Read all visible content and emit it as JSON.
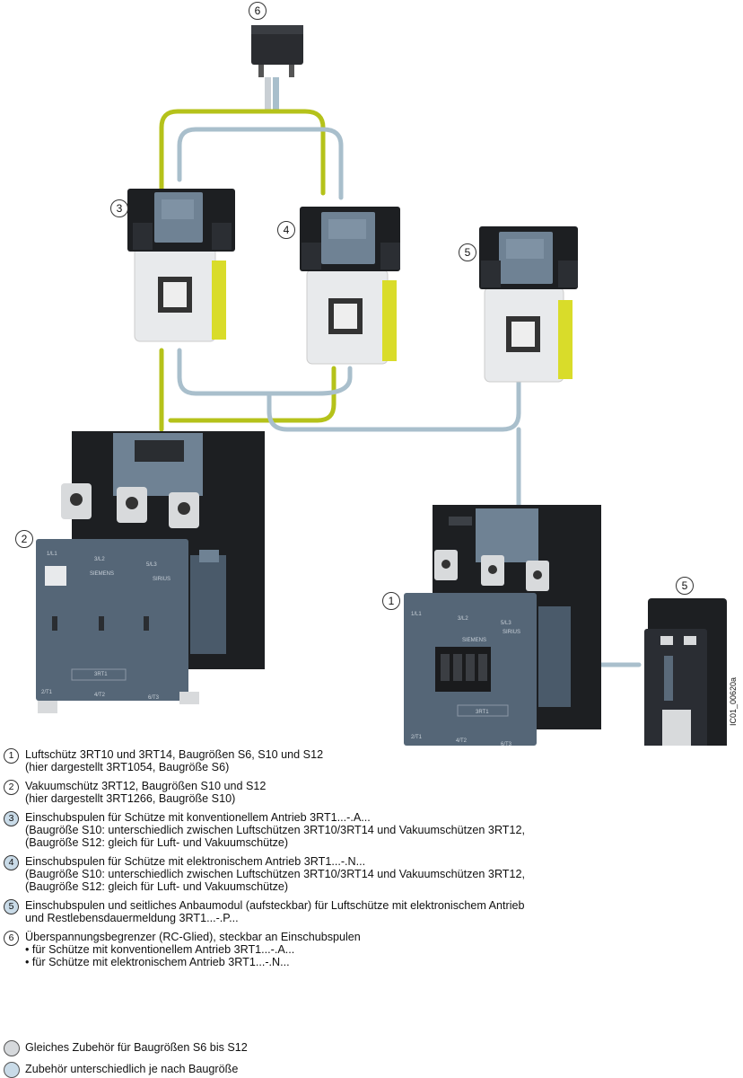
{
  "callouts": [
    "6",
    "3",
    "4",
    "5",
    "2",
    "1",
    "5"
  ],
  "doc_code": "IC01_00620a",
  "product_labels": {
    "brand": "SIEMENS",
    "series": "SIRIUS",
    "terminals_top": [
      "1/L1",
      "3/L2",
      "5/L3"
    ],
    "terminals_bottom": [
      "2/T1",
      "4/T2",
      "6/T3"
    ],
    "model": "3RT1"
  },
  "legend": [
    {
      "num": "1",
      "lines": [
        "Luftschütz 3RT10 und 3RT14, Baugrößen S6, S10 und S12",
        "(hier dargestellt 3RT1054, Baugröße S6)"
      ],
      "style": "grey"
    },
    {
      "num": "2",
      "lines": [
        "Vakuumschütz 3RT12, Baugrößen S10 und S12",
        "(hier dargestellt 3RT1266, Baugröße S10)"
      ],
      "style": "grey"
    },
    {
      "num": "3",
      "lines": [
        "Einschubspulen für Schütze mit konventionellem Antrieb 3RT1...-.A...",
        "(Baugröße S10: unterschiedlich zwischen Luftschützen 3RT10/3RT14 und Vakuumschützen 3RT12,",
        "(Baugröße S12: gleich für Luft- und Vakuumschütze)"
      ],
      "style": "blue"
    },
    {
      "num": "4",
      "lines": [
        "Einschubspulen für Schütze mit elektronischem Antrieb 3RT1...-.N...",
        "(Baugröße S10: unterschiedlich zwischen Luftschützen 3RT10/3RT14 und Vakuumschützen 3RT12,",
        "(Baugröße S12: gleich für Luft- und Vakuumschütze)"
      ],
      "style": "blue"
    },
    {
      "num": "5",
      "lines": [
        "Einschubspulen und seitliches Anbaumodul (aufsteckbar) für Luftschütze mit elektronischem Antrieb",
        "und Restlebensdauermeldung 3RT1...-.P..."
      ],
      "style": "blue"
    },
    {
      "num": "6",
      "lines": [
        "Überspannungsbegrenzer (RC-Glied), steckbar an Einschubspulen",
        "• für Schütze mit konventionellem Antrieb 3RT1...-.A...",
        "• für Schütze mit elektronischem Antrieb 3RT1...-.N..."
      ],
      "style": "grey"
    }
  ],
  "key": [
    {
      "text": "Gleiches Zubehör für Baugrößen S6 bis S12",
      "color": "#d6d9dc"
    },
    {
      "text": "Zubehör unterschiedlich je nach Baugröße",
      "color": "#c9dbe8"
    }
  ],
  "colors": {
    "yellow_wire": "#b5c21a",
    "blue_wire": "#a9bfcc",
    "body": "#556677",
    "dark": "#1d1f22"
  }
}
